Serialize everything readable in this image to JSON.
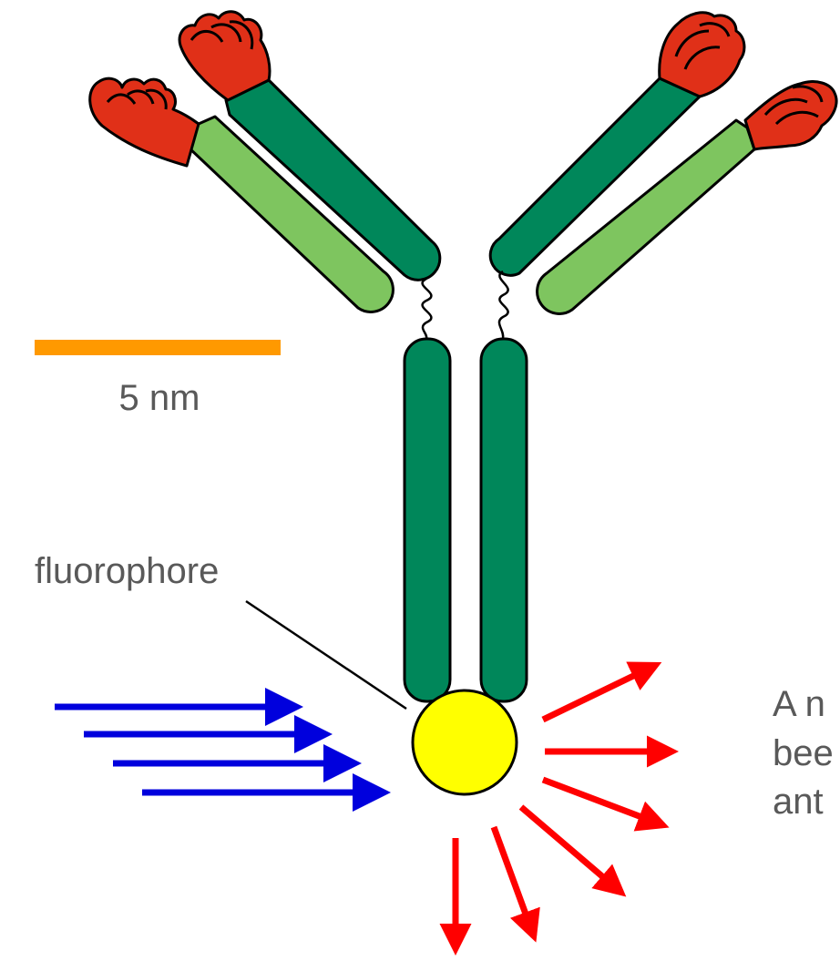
{
  "labels": {
    "scale_bar": "5 nm",
    "fluorophore": "fluorophore",
    "caption_line_1": "A n",
    "caption_line_2": "bee",
    "caption_line_3": "ant"
  },
  "colors": {
    "heavy_chain": "#00875a",
    "light_chain": "#7ec55f",
    "antigen_binding_tip": "#e03018",
    "scale_bar": "#ff9900",
    "fluorophore": "#ffff00",
    "excitation_arrows": "#0000dd",
    "emission_arrows": "#ff0000",
    "outline": "#000000"
  }
}
